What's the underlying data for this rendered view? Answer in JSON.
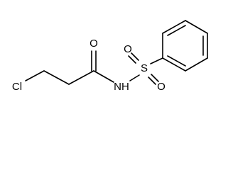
{
  "diagram": {
    "atoms": {
      "chlorine": "Cl",
      "carbonyl_oxygen": "O",
      "nitrogen_h": "NH",
      "sulfur": "S",
      "sulfonyl_oxygen_top": "O",
      "sulfonyl_oxygen_bottom": "O"
    }
  }
}
